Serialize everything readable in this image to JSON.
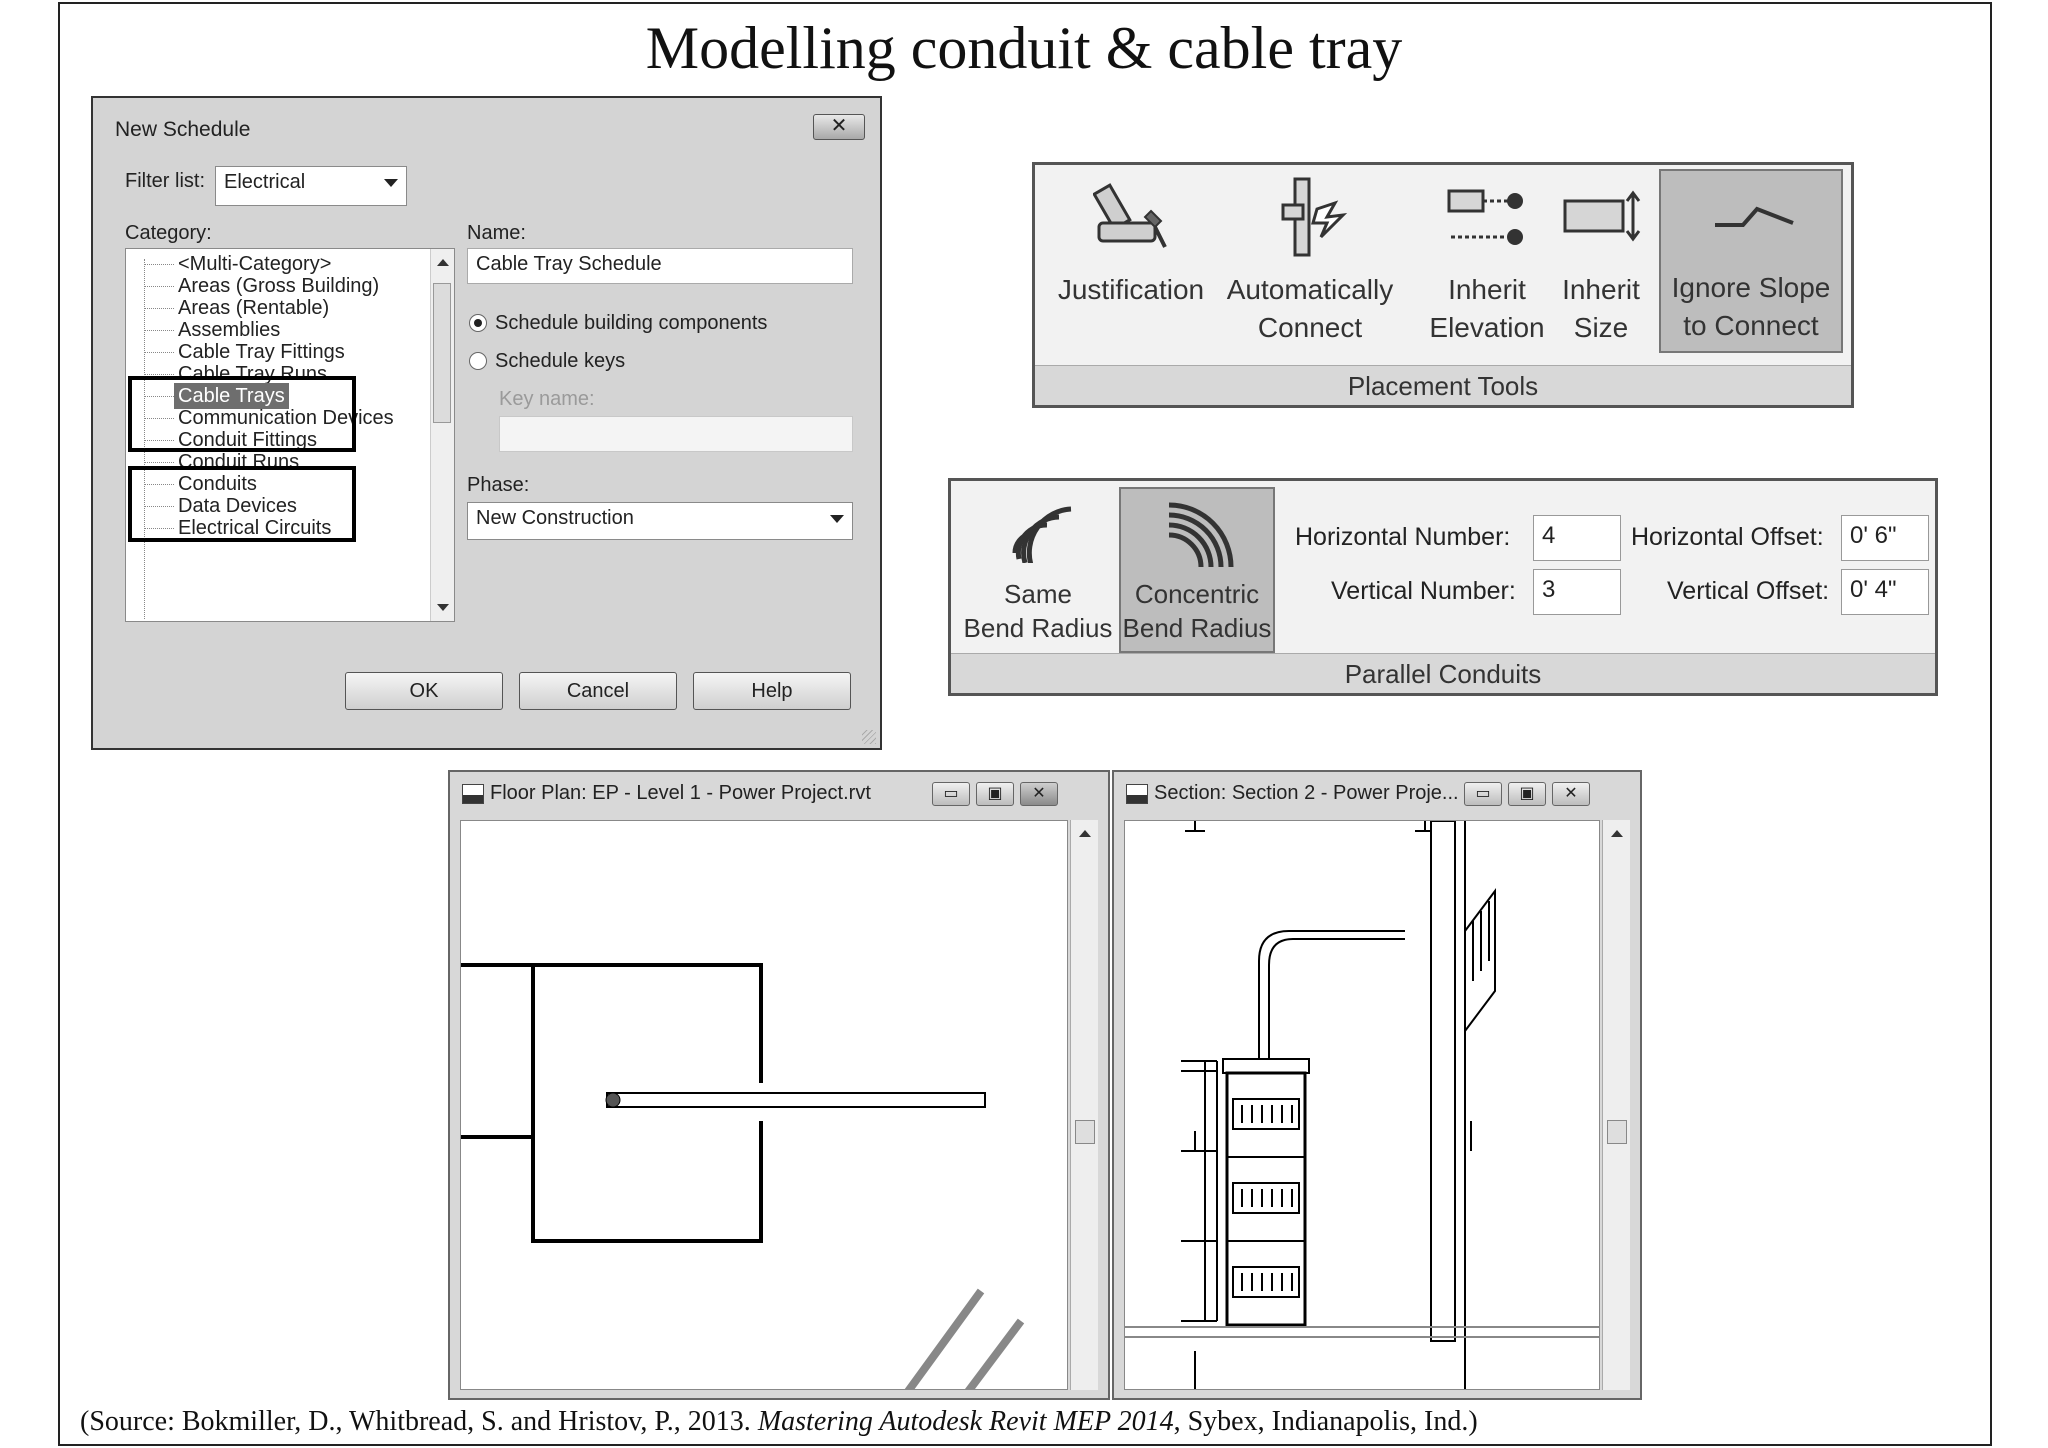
{
  "slide": {
    "title": "Modelling conduit & cable tray",
    "source_prefix": "(Source: Bokmiller, D., Whitbread, S. and Hristov, P., 2013. ",
    "source_book": "Mastering Autodesk Revit MEP 2014",
    "source_suffix": ", Sybex, Indianapolis, Ind.)"
  },
  "new_schedule_dialog": {
    "title": "New Schedule",
    "close_glyph": "✕",
    "filter_list_label": "Filter list:",
    "filter_list_value": "Electrical",
    "category_label": "Category:",
    "categories": [
      "<Multi-Category>",
      "Areas (Gross Building)",
      "Areas (Rentable)",
      "Assemblies",
      "Cable Tray Fittings",
      "Cable Tray Runs",
      "Cable Trays",
      "Communication Devices",
      "Conduit Fittings",
      "Conduit Runs",
      "Conduits",
      "Data Devices",
      "Electrical Circuits"
    ],
    "selected_category": "Cable Trays",
    "name_label": "Name:",
    "name_value": "Cable Tray Schedule",
    "radio_building_components": "Schedule building components",
    "radio_schedule_keys": "Schedule keys",
    "selected_radio": "Schedule building components",
    "key_name_label": "Key name:",
    "key_name_value": "",
    "phase_label": "Phase:",
    "phase_value": "New Construction",
    "ok_label": "OK",
    "cancel_label": "Cancel",
    "help_label": "Help"
  },
  "placement_tools_panel": {
    "panel_label": "Placement Tools",
    "tools": [
      {
        "line1": "Justification",
        "line2": "",
        "icon": "justification-icon",
        "active": false
      },
      {
        "line1": "Automatically",
        "line2": "Connect",
        "icon": "automatically-connect-icon",
        "active": false
      },
      {
        "line1": "Inherit",
        "line2": "Elevation",
        "icon": "inherit-elevation-icon",
        "active": false
      },
      {
        "line1": "Inherit",
        "line2": "Size",
        "icon": "inherit-size-icon",
        "active": false
      },
      {
        "line1": "Ignore Slope",
        "line2": "to Connect",
        "icon": "ignore-slope-icon",
        "active": true
      }
    ]
  },
  "parallel_conduits_panel": {
    "panel_label": "Parallel Conduits",
    "tools": [
      {
        "line1": "Same",
        "line2": "Bend Radius",
        "icon": "same-bend-radius-icon",
        "active": false
      },
      {
        "line1": "Concentric",
        "line2": "Bend Radius",
        "icon": "concentric-bend-radius-icon",
        "active": true
      }
    ],
    "horizontal_number_label": "Horizontal Number:",
    "horizontal_number_value": "4",
    "vertical_number_label": "Vertical Number:",
    "vertical_number_value": "3",
    "horizontal_offset_label": "Horizontal Offset:",
    "horizontal_offset_value": "0' 6\"",
    "vertical_offset_label": "Vertical Offset:",
    "vertical_offset_value": "0' 4\""
  },
  "floor_plan_window": {
    "title": "Floor Plan: EP - Level 1 - Power Project.rvt",
    "minimize_glyph": "▭",
    "restore_glyph": "▣",
    "close_glyph": "✕"
  },
  "section_window": {
    "title": "Section: Section 2 - Power Proje...",
    "minimize_glyph": "▭",
    "restore_glyph": "▣",
    "close_glyph": "✕"
  },
  "colors": {
    "ribbon_active": "#bdbdbd",
    "selected_item": "#6e6e6e",
    "panel_label_bg": "#d8d8d8"
  }
}
